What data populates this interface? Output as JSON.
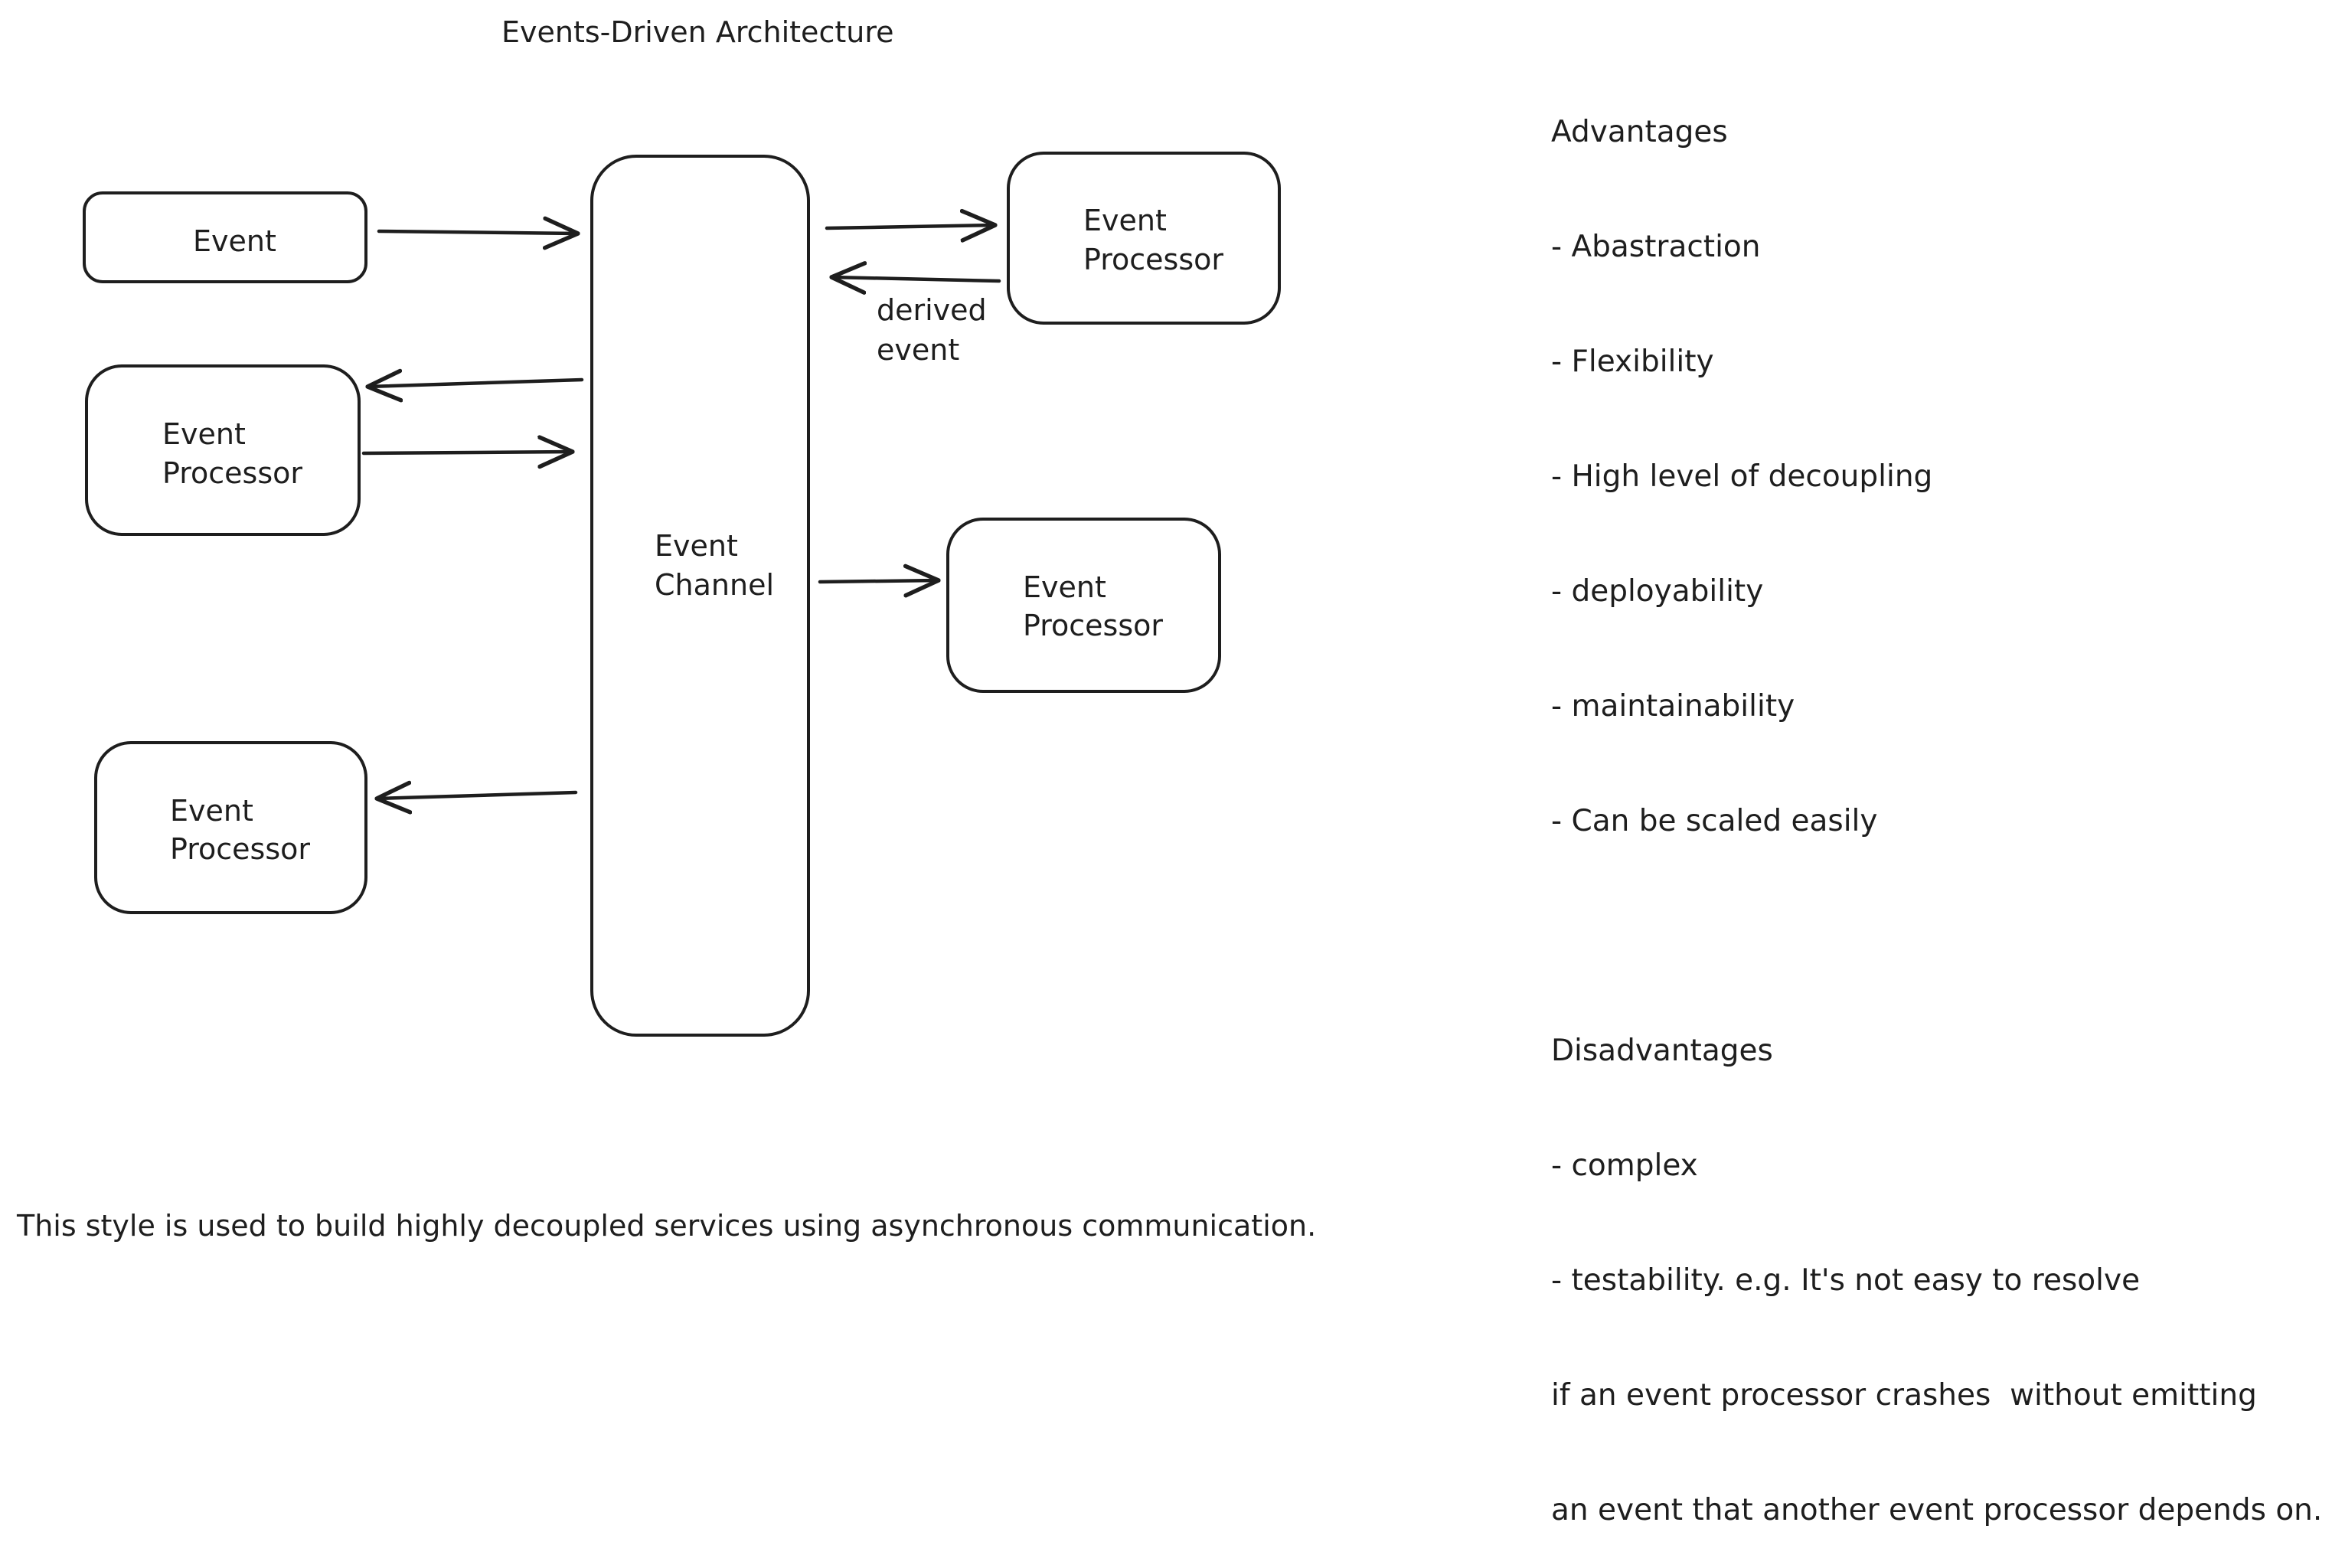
{
  "diagram": {
    "title": "Events-Driven Architecture",
    "nodes": {
      "event": "Event",
      "processor_word_1": "Event",
      "processor_word_2": "Processor",
      "channel_word_1": "Event",
      "channel_word_2": "Channel"
    },
    "edge_labels": {
      "derived_1": "derived",
      "derived_2": "event"
    },
    "stroke_color": "#1e1e1e",
    "background_color": "#ffffff"
  },
  "notes": {
    "advantages_heading": "Advantages",
    "advantages": [
      "- Abastraction",
      "- Flexibility",
      "- High level of decoupling",
      "- deployability",
      "- maintainability",
      "- Can be scaled easily"
    ],
    "disadvantages_heading": "Disadvantages",
    "disadvantages": [
      "- complex",
      "- testability. e.g. It's not easy to resolve",
      "if an event processor crashes  without emitting",
      "an event that another event processor depends on."
    ]
  },
  "caption": "This style is used to build highly decoupled services using asynchronous communication."
}
